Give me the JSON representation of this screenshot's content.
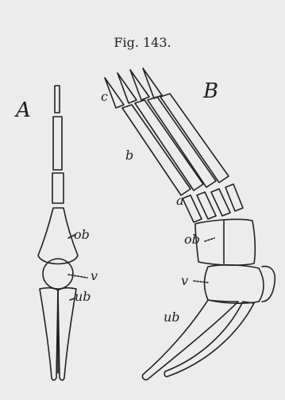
{
  "figure": {
    "caption": "Fig. 143.",
    "panel_a": {
      "letter": "A",
      "labels": {
        "ob": "ob",
        "v": "v",
        "ub": "ub"
      }
    },
    "panel_b": {
      "letter": "B",
      "labels": {
        "c": "c",
        "b": "b",
        "a": "a",
        "ob": "ob",
        "v": "v",
        "ub": "ub"
      }
    }
  }
}
